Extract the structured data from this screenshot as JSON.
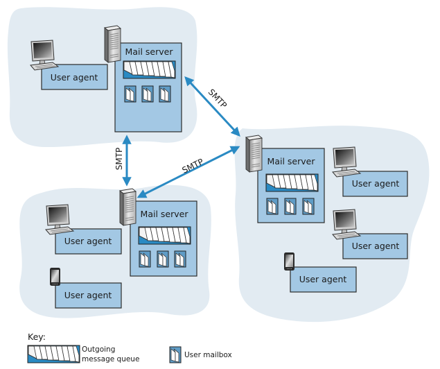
{
  "colors": {
    "cloud": "#e2ebf2",
    "box_fill": "#a3c8e4",
    "box_stroke": "#2b2b2b",
    "arrow": "#2a8ac3",
    "queue_fill": "#2a8ac3",
    "mailbox_fill": "#5f9cc6"
  },
  "networks": [
    {
      "id": "top-left",
      "mail_server": {
        "label": "Mail server"
      },
      "user_agents": [
        {
          "label": "User agent",
          "device": "desktop-computer"
        }
      ]
    },
    {
      "id": "bottom-left",
      "mail_server": {
        "label": "Mail server"
      },
      "user_agents": [
        {
          "label": "User agent",
          "device": "desktop-computer"
        },
        {
          "label": "User agent",
          "device": "smartphone"
        }
      ]
    },
    {
      "id": "right",
      "mail_server": {
        "label": "Mail server"
      },
      "user_agents": [
        {
          "label": "User agent",
          "device": "desktop-computer"
        },
        {
          "label": "User agent",
          "device": "desktop-computer"
        },
        {
          "label": "User agent",
          "device": "smartphone"
        }
      ]
    }
  ],
  "links": [
    {
      "from": "top-left",
      "to": "bottom-left",
      "label": "SMTP"
    },
    {
      "from": "top-left",
      "to": "right",
      "label": "SMTP"
    },
    {
      "from": "right",
      "to": "bottom-left",
      "label": "SMTP"
    }
  ],
  "key": {
    "title": "Key:",
    "queue_label_line1": "Outgoing",
    "queue_label_line2": "message queue",
    "mailbox_label": "User mailbox"
  }
}
